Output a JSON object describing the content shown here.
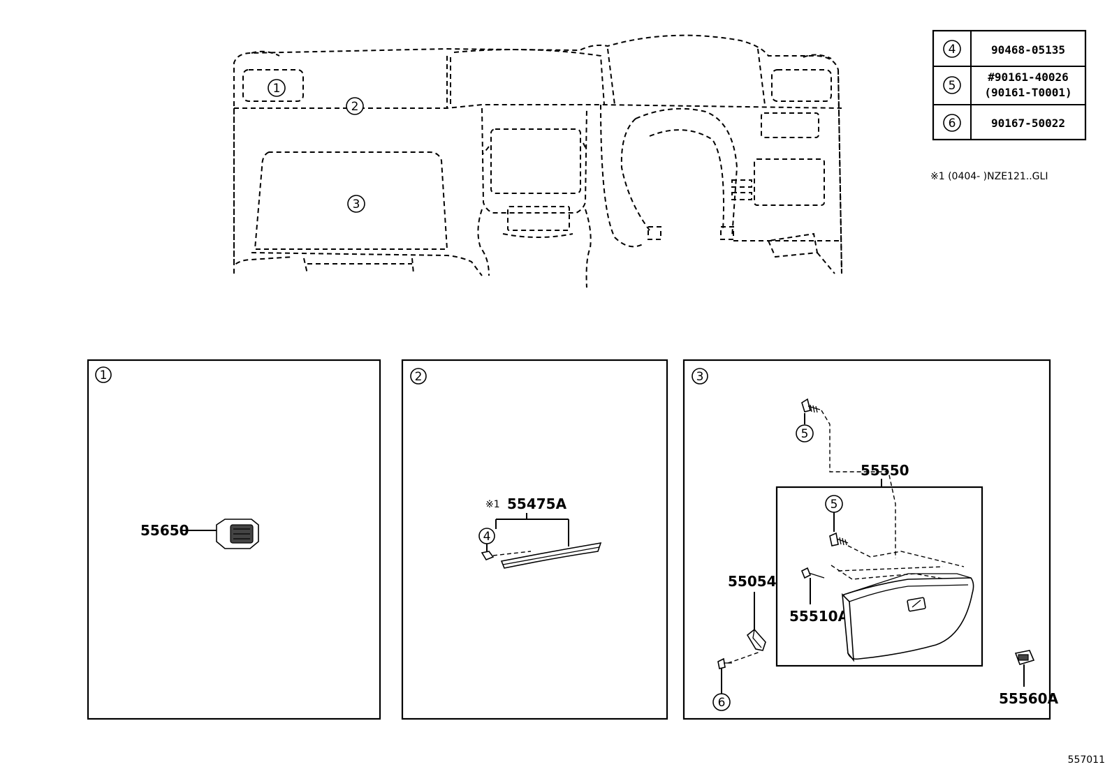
{
  "table": {
    "rows": [
      {
        "key": "4",
        "value_1": "90468-05135",
        "value_2": ""
      },
      {
        "key": "5",
        "value_1": "#90161-40026",
        "value_2": "(90161-T0001)"
      },
      {
        "key": "6",
        "value_1": "90167-50022",
        "value_2": ""
      }
    ]
  },
  "note": "※1 (0404-    )NZE121..GLI",
  "overview": {
    "callout_1": "1",
    "callout_2": "2",
    "callout_3": "3"
  },
  "panels": {
    "p1": {
      "label": "1",
      "part_55650": "55650"
    },
    "p2": {
      "label": "2",
      "note_mark": "※1",
      "part_55475A": "55475A",
      "callout_4": "4"
    },
    "p3": {
      "label": "3",
      "part_55550": "55550",
      "part_55510A": "55510A",
      "part_55054": "55054",
      "part_55560A": "55560A",
      "callout_5a": "5",
      "callout_5b": "5",
      "callout_6": "6"
    }
  },
  "diagram_id": "557011"
}
